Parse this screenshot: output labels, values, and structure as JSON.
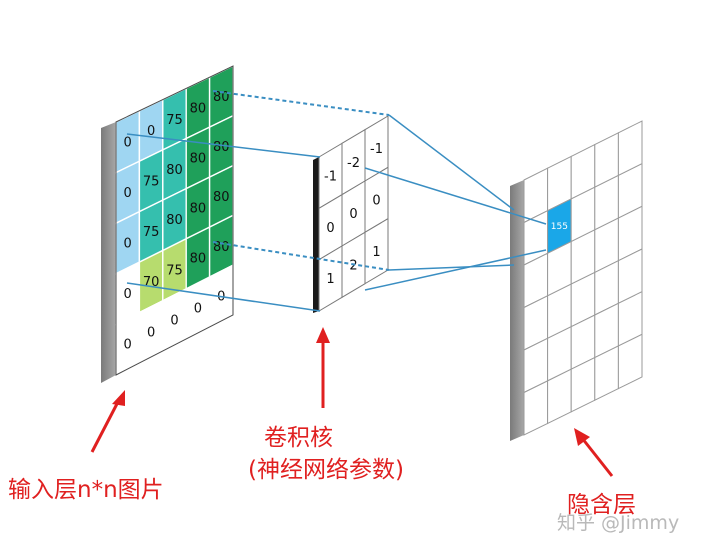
{
  "input_layer": {
    "caption": "输入层n*n图片",
    "grid": [
      [
        "0",
        "0",
        "75",
        "80",
        "80"
      ],
      [
        "0",
        "75",
        "80",
        "80",
        "80"
      ],
      [
        "0",
        "75",
        "80",
        "80",
        "80"
      ],
      [
        "0",
        "70",
        "75",
        "80",
        "80"
      ],
      [
        "0",
        "0",
        "0",
        "0",
        "0"
      ]
    ],
    "colors": {
      "light_blue": "#9fd6f2",
      "teal": "#35bfae",
      "green": "#1fa05a",
      "light_green": "#b7dc6e",
      "white": "#ffffff"
    }
  },
  "kernel": {
    "caption_line1": "卷积核",
    "caption_line2": "(神经网络参数)",
    "grid": [
      [
        "-1",
        "-2",
        "-1"
      ],
      [
        "0",
        "0",
        "0"
      ],
      [
        "1",
        "2",
        "1"
      ]
    ]
  },
  "hidden_layer": {
    "caption": "隐含层",
    "highlight_value": "155",
    "highlight_color": "#1aa7e8"
  },
  "watermark": "知乎 @Jimmy",
  "colors": {
    "arrow": "#e02020",
    "connector": "#3a8ec2",
    "frame_gray": "#8c8c8c"
  }
}
